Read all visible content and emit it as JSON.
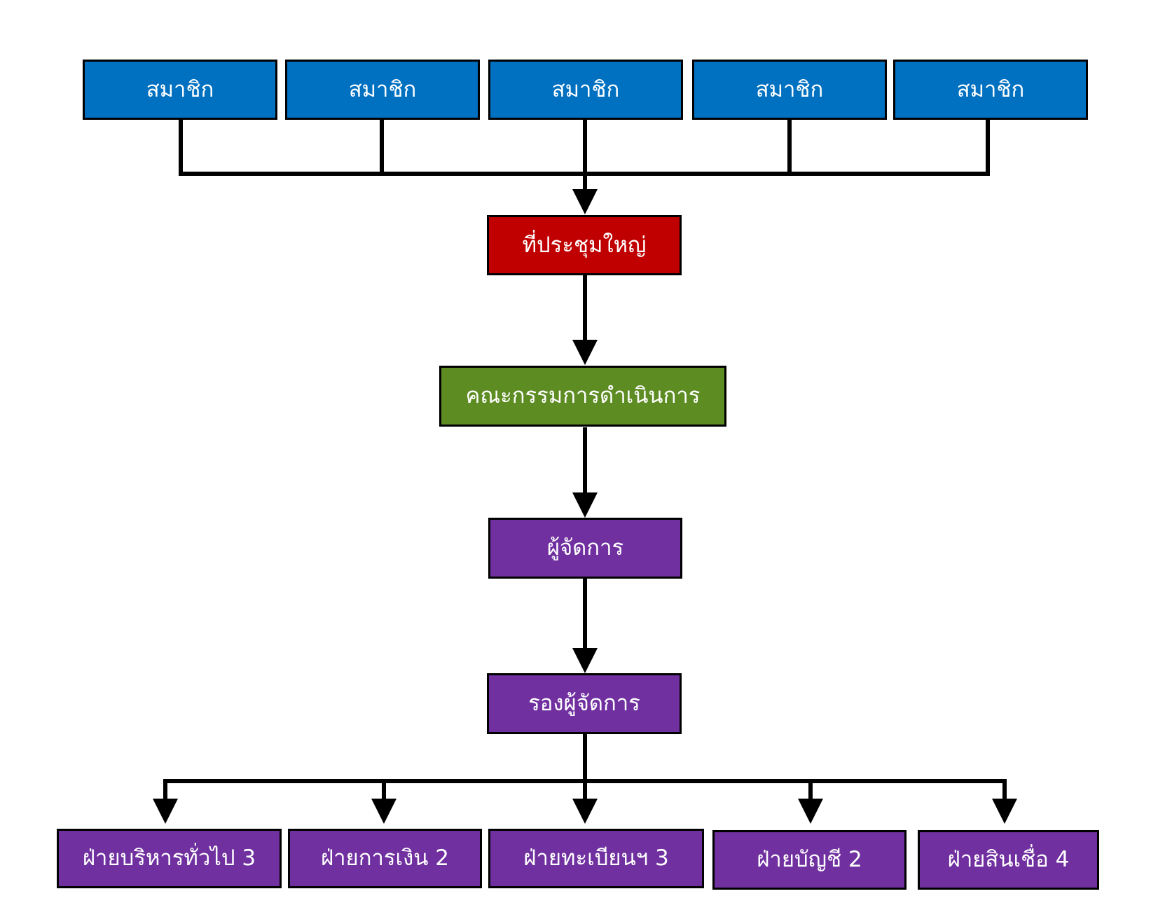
{
  "colors": {
    "member": "#0070c0",
    "assembly": "#c00000",
    "committee": "#5d8c23",
    "staff": "#7030a0",
    "line": "#000000"
  },
  "members": [
    "สมาชิก",
    "สมาชิก",
    "สมาชิก",
    "สมาชิก",
    "สมาชิก"
  ],
  "assembly": "ที่ประชุมใหญ่",
  "committee": "คณะกรรมการดำเนินการ",
  "manager": "ผู้จัดการ",
  "deputy_manager": "รองผู้จัดการ",
  "departments": [
    "ฝ่ายบริหารทั่วไป 3",
    "ฝ่ายการเงิน 2",
    "ฝ่ายทะเบียนฯ 3",
    "ฝ่ายบัญชี 2",
    "ฝ่ายสินเชื่อ 4"
  ]
}
